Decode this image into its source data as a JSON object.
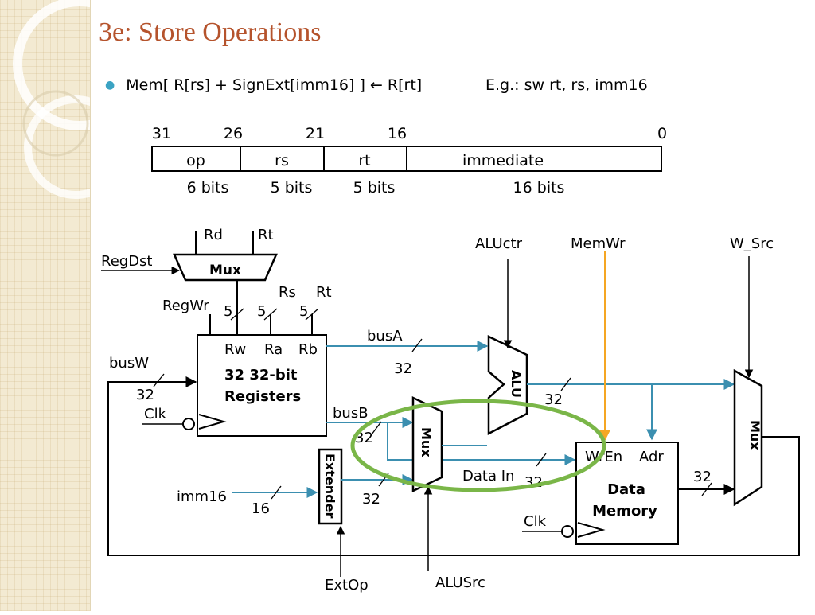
{
  "slide": {
    "title": "3e: Store Operations",
    "bullet": {
      "text": "Mem[ R[rs] + SignExt[imm16] ] ← R[rt]",
      "example": "E.g.: sw   rt, rs, imm16"
    }
  },
  "format": {
    "bit_positions": [
      "31",
      "26",
      "21",
      "16",
      "0"
    ],
    "fields": [
      {
        "name": "op",
        "width": "6 bits"
      },
      {
        "name": "rs",
        "width": "5 bits"
      },
      {
        "name": "rt",
        "width": "5 bits"
      },
      {
        "name": "immediate",
        "width": "16 bits"
      }
    ]
  },
  "datapath": {
    "regdst_mux": {
      "label": "Mux",
      "in_rd": "Rd",
      "in_rt": "Rt",
      "control": "RegDst"
    },
    "regwr": "RegWr",
    "rs_label": "Rs",
    "rt_label": "Rt",
    "regfile": {
      "port_rw": "Rw",
      "port_ra": "Ra",
      "port_rb": "Rb",
      "line1": "32 32-bit",
      "line2": "Registers"
    },
    "buses": {
      "busW": "busW",
      "busA": "busA",
      "busB": "busB"
    },
    "width_5": "5",
    "width_32": "32",
    "width_16": "16",
    "clk": "Clk",
    "imm16": "imm16",
    "extender": "Extender",
    "extop": "ExtOp",
    "alusrc_mux": "Mux",
    "alusrc": "ALUSrc",
    "alu": "ALU",
    "aluctr": "ALUctr",
    "memwr": "MemWr",
    "wsrc": "W_Src",
    "data_memory": {
      "wren": "WrEn",
      "adr": "Adr",
      "data_in": "Data In",
      "line1": "Data",
      "line2": "Memory"
    },
    "wb_mux": "Mux"
  },
  "colors": {
    "title": "#b5532c",
    "bus_blue": "#3b8fb0",
    "memwr_orange": "#f5a623",
    "highlight_green": "#7ab648",
    "bullet_blue": "#3ba3c3"
  }
}
